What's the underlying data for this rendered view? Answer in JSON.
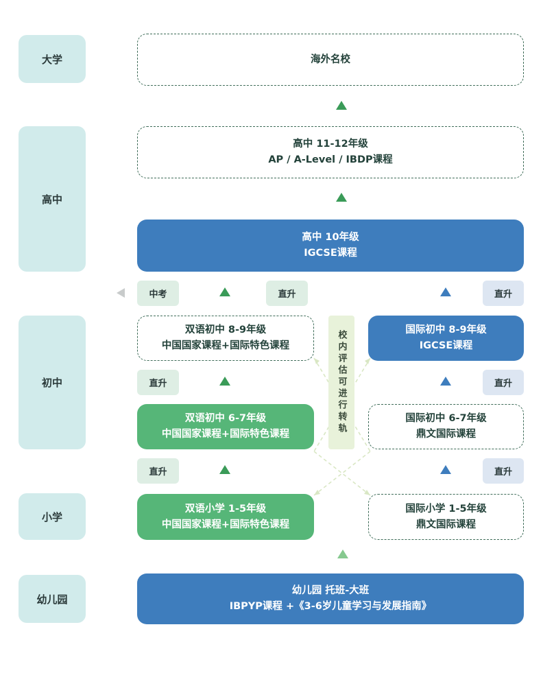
{
  "stages": {
    "university": "大学",
    "high": "高中",
    "middle": "初中",
    "primary": "小学",
    "kindergarten": "幼儿园"
  },
  "boxes": {
    "overseas": {
      "line1": "海外名校"
    },
    "high_11_12": {
      "line1": "高中 11-12年级",
      "line2": "AP / A-Level / IBDP课程"
    },
    "high_10": {
      "line1": "高中 10年级",
      "line2": "IGCSE课程"
    },
    "bilingual_8_9": {
      "line1": "双语初中 8-9年级",
      "line2": "中国国家课程+国际特色课程"
    },
    "intl_8_9": {
      "line1": "国际初中 8-9年级",
      "line2": "IGCSE课程"
    },
    "bilingual_6_7": {
      "line1": "双语初中 6-7年级",
      "line2": "中国国家课程+国际特色课程"
    },
    "intl_6_7": {
      "line1": "国际初中 6-7年级",
      "line2": "鼎文国际课程"
    },
    "bilingual_primary": {
      "line1": "双语小学 1-5年级",
      "line2": "中国国家课程+国际特色课程"
    },
    "intl_primary": {
      "line1": "国际小学 1-5年级",
      "line2": "鼎文国际课程"
    },
    "kindergarten": {
      "line1": "幼儿园 托班-大班",
      "line2": "IBPYP课程 +《3-6岁儿童学习与发展指南》"
    }
  },
  "tags": {
    "zhongkao": "中考",
    "direct": "直升"
  },
  "transfer_note": "校内评估可进行转轨",
  "colors": {
    "stage_bg": "#d1ebeb",
    "blue": "#3e7dbd",
    "green": "#56b678",
    "dashed_border": "#3d6b57"
  }
}
